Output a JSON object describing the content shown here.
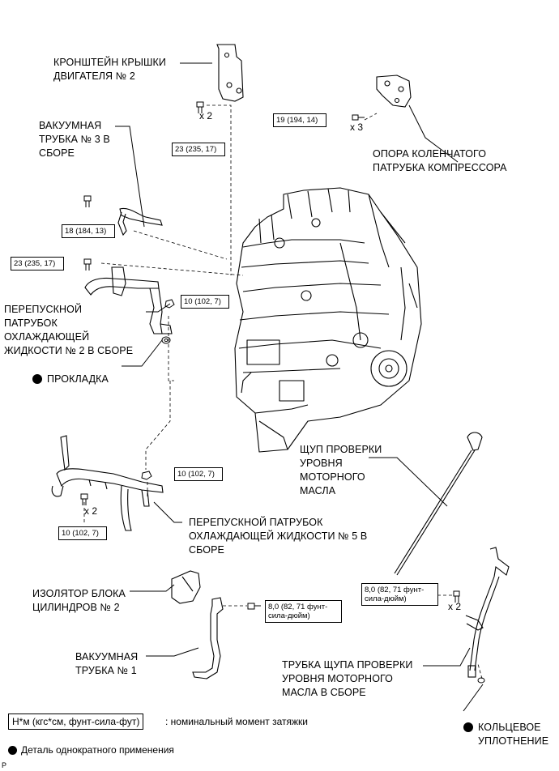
{
  "labels": {
    "bracket_cover": "КРОНШТЕЙН КРЫШКИ\nДВИГАТЕЛЯ № 2",
    "vacuum_tube_3": "ВАКУУМНАЯ\nТРУБКА № 3 В\nСБОРЕ",
    "compressor_support": "ОПОРА КОЛЕНЧАТОГО\nПАТРУБКА КОМПРЕССОРА",
    "bypass_2": "ПЕРЕПУСКНОЙ\nПАТРУБОК\nОХЛАЖДАЮЩЕЙ\nЖИДКОСТИ № 2 В СБОРЕ",
    "gasket": "ПРОКЛАДКА",
    "dipstick": "ЩУП ПРОВЕРКИ\nУРОВНЯ\nМОТОРНОГО\nМАСЛА",
    "bypass_5": "ПЕРЕПУСКНОЙ ПАТРУБОК\nОХЛАЖДАЮЩЕЙ ЖИДКОСТИ № 5 В\nСБОРЕ",
    "insulator": "ИЗОЛЯТОР БЛОКА\nЦИЛИНДРОВ № 2",
    "vacuum_tube_1": "ВАКУУМНАЯ\nТРУБКА № 1",
    "dipstick_tube": "ТРУБКА ЩУПА ПРОВЕРКИ\nУРОВНЯ МОТОРНОГО\nМАСЛА В СБОРЕ",
    "o_ring": "КОЛЬЦЕВОЕ\nУПЛОТНЕНИЕ"
  },
  "torques": {
    "t_bracket": "23 (235, 17)",
    "t_compressor": "19 (194, 14)",
    "t_vac3": "18 (184, 13)",
    "t_left": "23 (235, 17)",
    "t_bypass2": "10 (102, 7)",
    "t_bypass5_a": "10 (102, 7)",
    "t_bypass5_b": "10 (102, 7)",
    "t_vac1": "8,0 (82, 71 фунт-\nсила-дюйм)",
    "t_dipstick": "8,0 (82, 71 фунт-\nсила-дюйм)"
  },
  "multipliers": {
    "m_bracket": "x 2",
    "m_compressor": "x 3",
    "m_bypass5": "x 2",
    "m_dipstick": "x 2"
  },
  "legend": {
    "torque_unit": "Н*м (кгс*см, фунт-сила-фут)",
    "torque_desc": ": номинальный момент затяжки",
    "non_reusable": "Деталь однократного применения",
    "corner_mark": "P"
  }
}
